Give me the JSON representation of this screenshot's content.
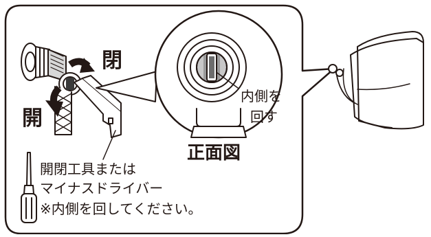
{
  "labels": {
    "close": "閉",
    "open": "開",
    "inner_side": "内側を",
    "rotate": "回す",
    "front_view": "正面図",
    "tool_line1": "開閉工具または",
    "tool_line2": "マイナスドライバー",
    "tool_note": "※内側を回してください。"
  },
  "icons": [
    "stop-valve-icon",
    "open-close-tool-icon",
    "screwdriver-icon",
    "toilet-icon"
  ],
  "colors": {
    "line": "#231815",
    "fill": "#ffffff",
    "shade": "#9a9a9a",
    "dark": "#3a3a3a"
  }
}
